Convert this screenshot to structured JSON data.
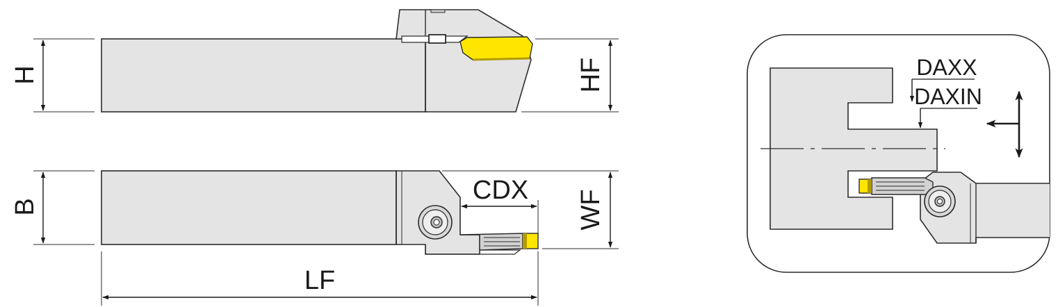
{
  "labels": {
    "h": "H",
    "hf": "HF",
    "b": "B",
    "wf": "WF",
    "cdx": "CDX",
    "lf": "LF",
    "daxx": "DAXX",
    "daxin": "DAXIN"
  },
  "colors": {
    "body": "#e4e4e4",
    "body_dark": "#d2d2d2",
    "outline": "#2b2b2b",
    "insert": "#ffe600",
    "insert_shadow": "#b39b00",
    "workpiece": "#e4e4e4",
    "panel": "#ffffff"
  }
}
